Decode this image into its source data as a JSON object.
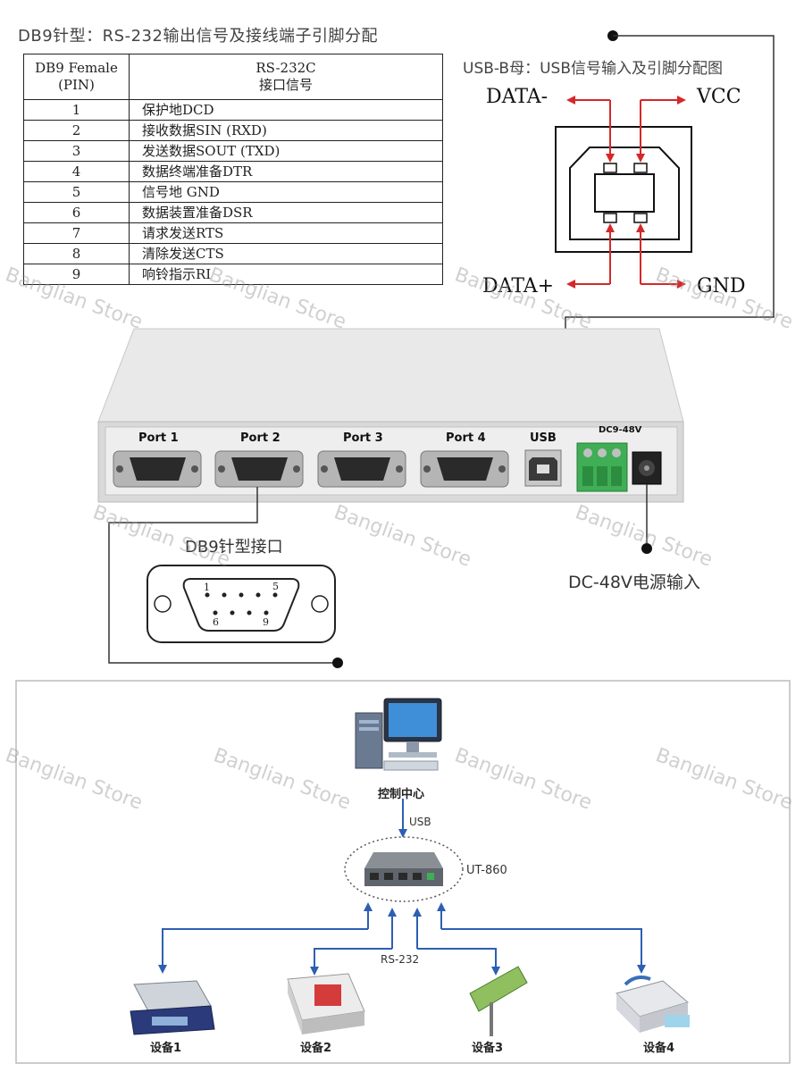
{
  "db9_section": {
    "title": "DB9针型：RS-232输出信号及接线端子引脚分配",
    "header_pin": "DB9 Female\n(PIN)",
    "header_signal": "RS-232C\n接口信号",
    "rows": [
      {
        "pin": "1",
        "signal": "保护地DCD"
      },
      {
        "pin": "2",
        "signal": "接收数据SIN (RXD)"
      },
      {
        "pin": "3",
        "signal": "发送数据SOUT (TXD)"
      },
      {
        "pin": "4",
        "signal": "数据终端准备DTR"
      },
      {
        "pin": "5",
        "signal": "信号地 GND"
      },
      {
        "pin": "6",
        "signal": "数据装置准备DSR"
      },
      {
        "pin": "7",
        "signal": "请求发送RTS"
      },
      {
        "pin": "8",
        "signal": "清除发送CTS"
      },
      {
        "pin": "9",
        "signal": "响铃指示RI"
      }
    ]
  },
  "usb_section": {
    "title": "USB-B母：USB信号输入及引脚分配图",
    "pin_data_minus": "DATA-",
    "pin_vcc": "VCC",
    "pin_data_plus": "DATA+",
    "pin_gnd": "GND"
  },
  "device": {
    "ports": [
      "Port 1",
      "Port 2",
      "Port 3",
      "Port 4"
    ],
    "usb_label": "USB",
    "power_label": "DC9-48V",
    "db9_connector_label": "DB9针型接口",
    "db9_pin_1": "1",
    "db9_pin_5": "5",
    "db9_pin_6": "6",
    "db9_pin_9": "9",
    "dc_input_label": "DC-48V电源输入"
  },
  "topology": {
    "control_center": "控制中心",
    "usb_link": "USB",
    "hub_model": "UT-860",
    "bus_label": "RS-232",
    "devices": [
      "设备1",
      "设备2",
      "设备3",
      "设备4"
    ]
  },
  "watermark": "Banglian Store",
  "colors": {
    "arrow_red": "#d62828",
    "link_blue": "#2d5fb3",
    "device_body": "#e6e6e6",
    "terminal_green": "#3fae55"
  }
}
